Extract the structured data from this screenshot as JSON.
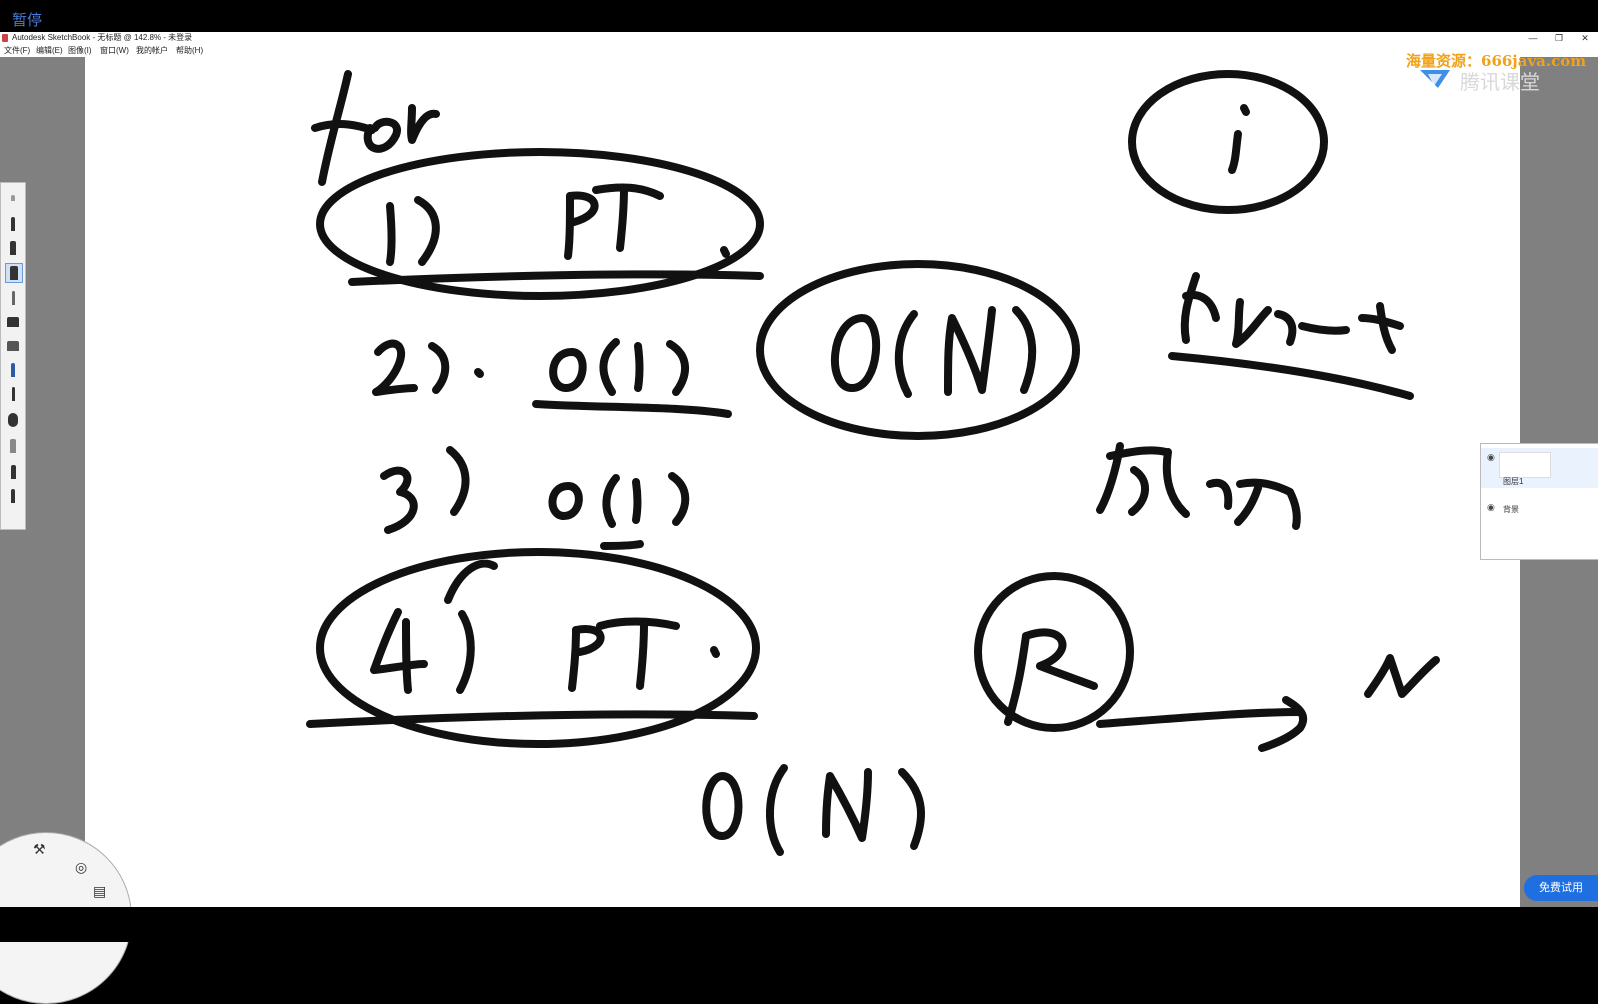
{
  "player": {
    "pause_label": "暂停"
  },
  "app": {
    "title": "Autodesk SketchBook - 无标题 @ 142.8% - 未登录",
    "menu": [
      "文件(F)",
      "编辑(E)",
      "图像(I)",
      "窗口(W)",
      "我的帐户",
      "帮助(H)"
    ]
  },
  "layers": [
    {
      "name": "图层1",
      "active": true
    },
    {
      "name": "背景",
      "active": false
    }
  ],
  "watermark": {
    "text": "海量资源：666java.com",
    "brand": "腾讯课堂"
  },
  "trial_button": {
    "label": "免费试用"
  },
  "colors": {
    "pause": "#4a7bd8",
    "watermark": "#f0a21b",
    "trial": "#1f6fe0",
    "ink": "#111111"
  },
  "icons": {
    "toolbar": [
      "pencil-icon",
      "pen-icon",
      "marker-icon",
      "airbrush-icon",
      "eraser-icon",
      "eraser-block-icon",
      "fineliner-icon",
      "brush-icon",
      "paintbrush-icon",
      "smudge-icon",
      "chisel-icon",
      "ink-icon",
      "ruler-icon"
    ],
    "lagoon": [
      "undo-icon",
      "redo-icon",
      "color-wheel-icon",
      "brush-puck-icon",
      "layer-icon"
    ]
  }
}
